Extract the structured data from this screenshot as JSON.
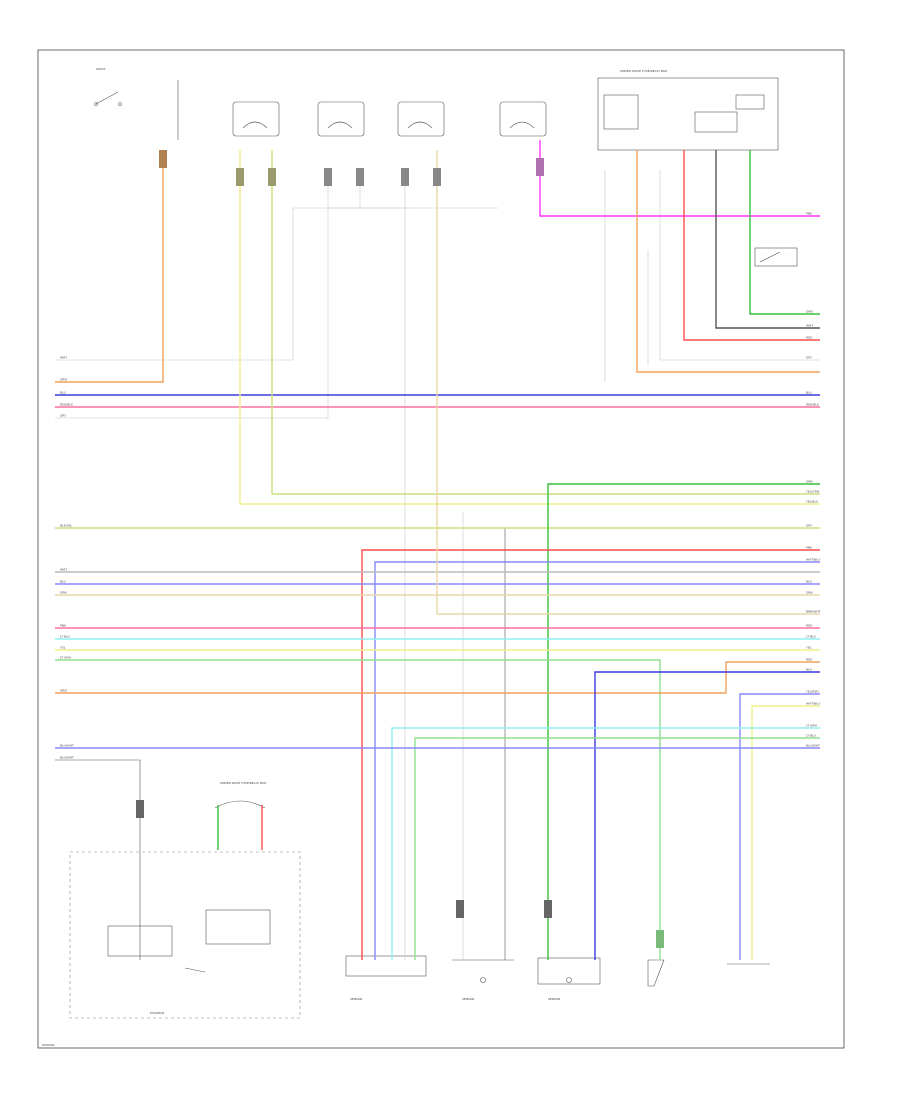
{
  "diagram": {
    "footer_code": "W00000",
    "colors": {
      "orange": "#f5a15a",
      "blue": "#3a3adf",
      "red": "#ff4d4d",
      "pink": "#ff6fa0",
      "magenta": "#ff33ff",
      "yellow": "#e4e48a",
      "yellow_green": "#c8e078",
      "green": "#38c038",
      "cyan": "#8ef0f0",
      "violet": "#8888ff",
      "gray": "#bbbbbb",
      "dark": "#555555",
      "tan": "#e8d7a8",
      "light_yellow": "#f0f08c",
      "light_green": "#8ee08e"
    },
    "components": {
      "ignition_switch": "ON/ST",
      "dashboard_fuse": "UNDER-DASH FUSE/RELAY BOX",
      "ecm": "ECM/PCM",
      "fuse_box": "UNDER-HOOD FUSE/RELAY BOX",
      "sensor_1": "SENSOR",
      "sensor_2": "SENSOR",
      "sensor_3": "SENSOR"
    },
    "wire_labels_left": [
      "WHT",
      "ORN",
      "BLU",
      "RED/BLK",
      "GRY",
      "BLK/YEL",
      "WHT",
      "BLU",
      "GRN",
      "PNK",
      "LT BLU",
      "YEL",
      "LT GRN",
      "ORN",
      "BLU/WHT",
      "BLU/WHT"
    ],
    "wire_labels_right": [
      "PNK",
      "GRN",
      "WHT",
      "RED",
      "GRY",
      "BLU",
      "RED/BLK",
      "GRN",
      "YEL/GRN",
      "YEL/BLU",
      "GRY",
      "PNK",
      "WHT/BLU",
      "BLU",
      "GRN",
      "BRN/WHT",
      "RED",
      "LT BLU",
      "YEL",
      "RED",
      "BLU",
      "YEL/RED",
      "WHT/BLU",
      "LT GRN",
      "LT BLU",
      "BLU/WHT"
    ]
  }
}
